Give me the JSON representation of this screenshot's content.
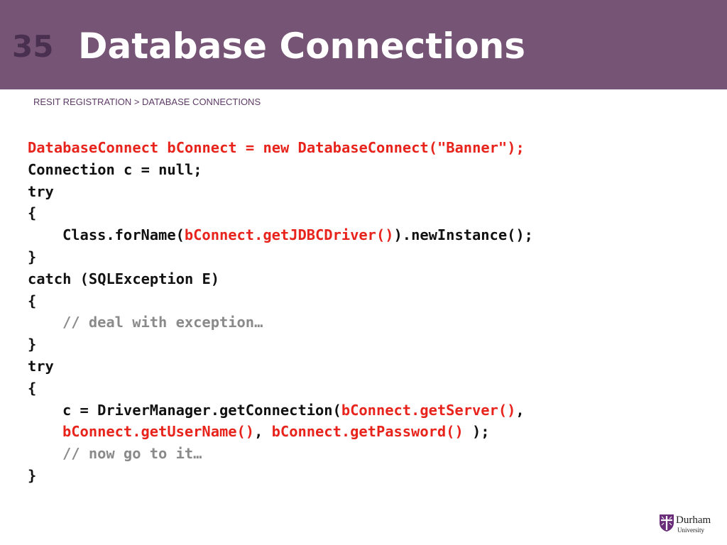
{
  "slide": {
    "number": "35",
    "title": "Database Connections",
    "breadcrumb": "RESIT REGISTRATION > DATABASE CONNECTIONS"
  },
  "code": {
    "l1": "DatabaseConnect bConnect = new DatabaseConnect(\"Banner\");",
    "l2": "Connection c = null;",
    "l3": "try",
    "l4": "{",
    "l5a": "Class.forName(",
    "l5b": "bConnect.getJDBCDriver()",
    "l5c": ").newInstance();",
    "l6": "}",
    "l7": "catch (SQLException E)",
    "l8": "{",
    "l9": "// deal with exception…",
    "l10": "}",
    "l11": "try",
    "l12": "{",
    "l13a": "c = DriverManager.getConnection(",
    "l13b": "bConnect.getServer()",
    "l13c": ",",
    "l14a": "bConnect.getUserName()",
    "l14b": ", ",
    "l14c": "bConnect.getPassword()",
    "l14d": " );",
    "l15": "// now go to it…",
    "l16": "}"
  },
  "logo": {
    "name": "Durham",
    "subtitle": "University",
    "icon": "durham-shield-icon"
  },
  "colors": {
    "header": "#765476",
    "highlight": "#e8231c",
    "comment": "#8a8a8a"
  }
}
